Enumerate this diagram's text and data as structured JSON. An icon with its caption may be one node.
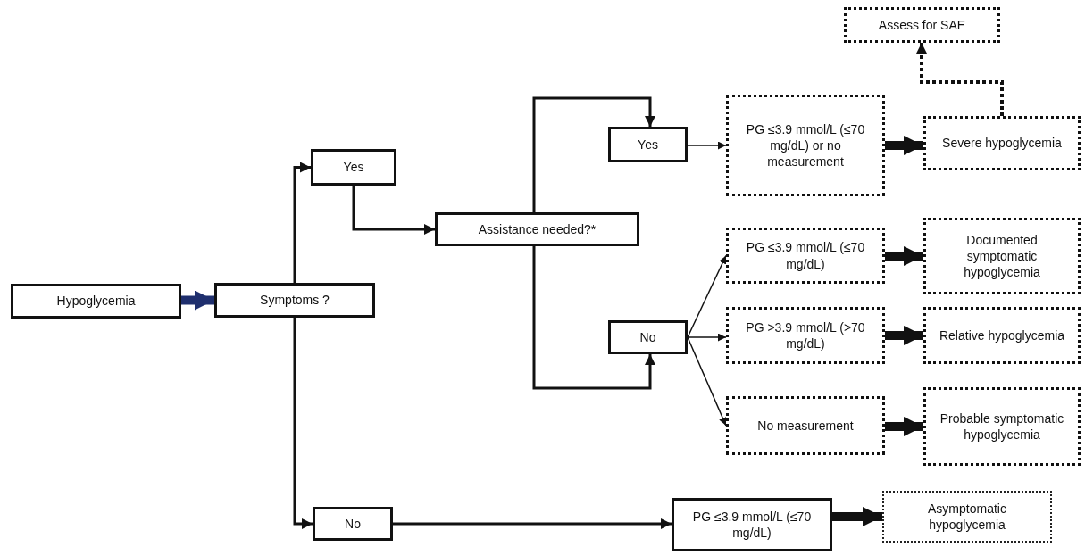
{
  "diagram": {
    "nodes": [
      {
        "text": [
          "Hypoglycemia"
        ]
      },
      {
        "text": [
          "Symptoms ?"
        ]
      },
      {
        "text": [
          "Yes"
        ]
      },
      {
        "text": [
          "Assistance needed?*"
        ]
      },
      {
        "text": [
          "Yes"
        ]
      },
      {
        "text": [
          "PG ≤3.9 mmol/L (≤70 mg/dL) or no measurement"
        ]
      },
      {
        "text": [
          "Severe hypoglycemia"
        ]
      },
      {
        "text": [
          "Assess for SAE"
        ]
      },
      {
        "text": [
          "No"
        ]
      },
      {
        "text": [
          "PG ≤3.9 mmol/L (≤70 mg/dL)"
        ]
      },
      {
        "text": [
          "Documented symptomatic hypoglycemia"
        ]
      },
      {
        "text": [
          "PG >3.9 mmol/L (>70 mg/dL)"
        ]
      },
      {
        "text": [
          "Relative hypoglycemia"
        ]
      },
      {
        "text": [
          "No measurement"
        ]
      },
      {
        "text": [
          "Probable symptomatic hypoglycemia"
        ]
      },
      {
        "text": [
          "No"
        ]
      },
      {
        "text": [
          "PG ≤3.9 mmol/L (≤70 mg/dL)"
        ]
      },
      {
        "text": [
          "Asymptomatic hypoglycemia"
        ]
      }
    ],
    "edges": [
      {
        "from": 0,
        "to": 1,
        "arrow": "to",
        "style": "thick",
        "color": "#1f2f6e"
      },
      {
        "from": 1,
        "to": 2,
        "arrow": "to"
      },
      {
        "from": 1,
        "to": 15,
        "arrow": "to"
      },
      {
        "from": 2,
        "to": 3,
        "arrow": "to"
      },
      {
        "from": 3,
        "to": 4,
        "arrow": "to"
      },
      {
        "from": 3,
        "to": 8,
        "arrow": "to"
      },
      {
        "from": 4,
        "to": 5,
        "arrow": "to"
      },
      {
        "from": 5,
        "to": 6,
        "arrow": "to",
        "style": "thick"
      },
      {
        "from": 6,
        "to": 7,
        "arrow": "to",
        "style": "dashed"
      },
      {
        "from": 8,
        "to": 9,
        "arrow": "to"
      },
      {
        "from": 8,
        "to": 11,
        "arrow": "to"
      },
      {
        "from": 8,
        "to": 13,
        "arrow": "to"
      },
      {
        "from": 9,
        "to": 10,
        "arrow": "to",
        "style": "thick"
      },
      {
        "from": 11,
        "to": 12,
        "arrow": "to",
        "style": "thick"
      },
      {
        "from": 13,
        "to": 14,
        "arrow": "to",
        "style": "thick"
      },
      {
        "from": 15,
        "to": 16,
        "arrow": "to"
      },
      {
        "from": 16,
        "to": 17,
        "arrow": "to",
        "style": "thick"
      }
    ]
  }
}
